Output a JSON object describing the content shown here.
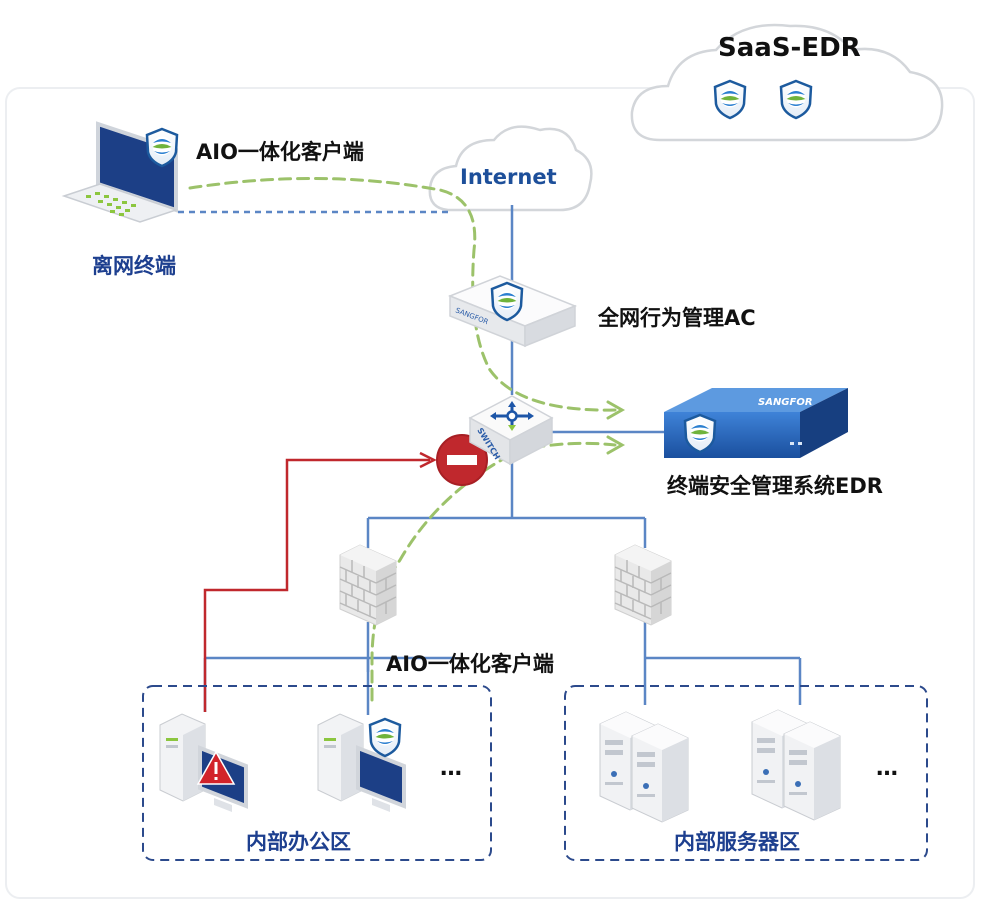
{
  "saas": {
    "title": "SaaS-EDR"
  },
  "internet": {
    "label": "Internet"
  },
  "offline_terminal": {
    "client_label": "AIO一体化客户端",
    "name": "离网终端"
  },
  "ac_device": {
    "label": "全网行为管理AC",
    "brand": "SANGFOR"
  },
  "switch": {
    "label": "SWITCH"
  },
  "edr_device": {
    "label": "终端安全管理系统EDR",
    "brand": "SANGFOR"
  },
  "office_zone": {
    "client_label": "AIO一体化客户端",
    "name": "内部办公区",
    "more": "…"
  },
  "server_zone": {
    "name": "内部服务器区",
    "more": "…"
  },
  "colors": {
    "primary_blue": "#1d4f9a",
    "link_line": "#5b86c5",
    "green_dashed": "#9cc26a",
    "alert_red": "#c0282d"
  }
}
